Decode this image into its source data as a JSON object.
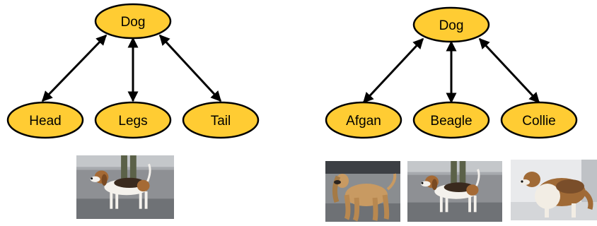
{
  "colors": {
    "node_fill": "#FFCC33",
    "node_stroke": "#000000",
    "edge": "#000000",
    "background": "#FFFFFF"
  },
  "left_diagram": {
    "root": "Dog",
    "children": [
      "Head",
      "Legs",
      "Tail"
    ],
    "photos": [
      "beagle-photo"
    ]
  },
  "right_diagram": {
    "root": "Dog",
    "children": [
      "Afgan",
      "Beagle",
      "Collie"
    ],
    "photos": [
      "afghan-hound-photo",
      "beagle-photo",
      "collie-photo"
    ]
  }
}
